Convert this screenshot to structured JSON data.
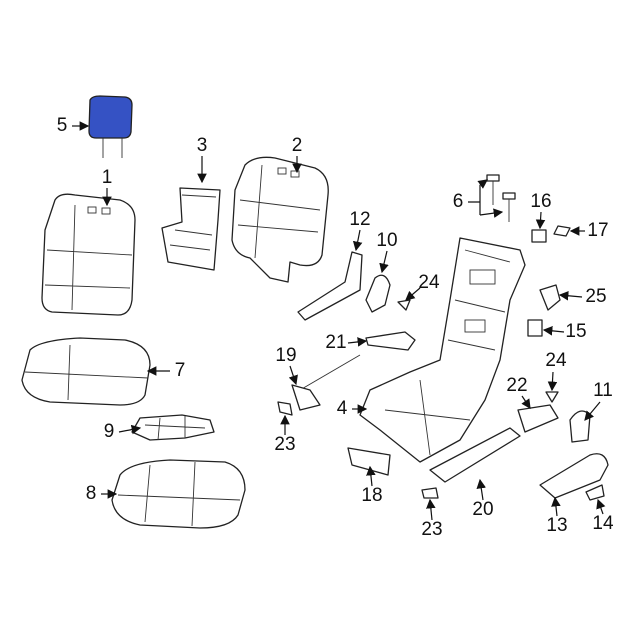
{
  "diagram": {
    "title": "Seat assembly parts diagram",
    "highlight_color": "#3552c4",
    "labels": [
      "5",
      "1",
      "3",
      "2",
      "7",
      "9",
      "8",
      "12",
      "10",
      "24",
      "6",
      "16",
      "17",
      "25",
      "15",
      "21",
      "19",
      "24",
      "11",
      "22",
      "4",
      "23",
      "18",
      "20",
      "23",
      "13",
      "14"
    ]
  }
}
